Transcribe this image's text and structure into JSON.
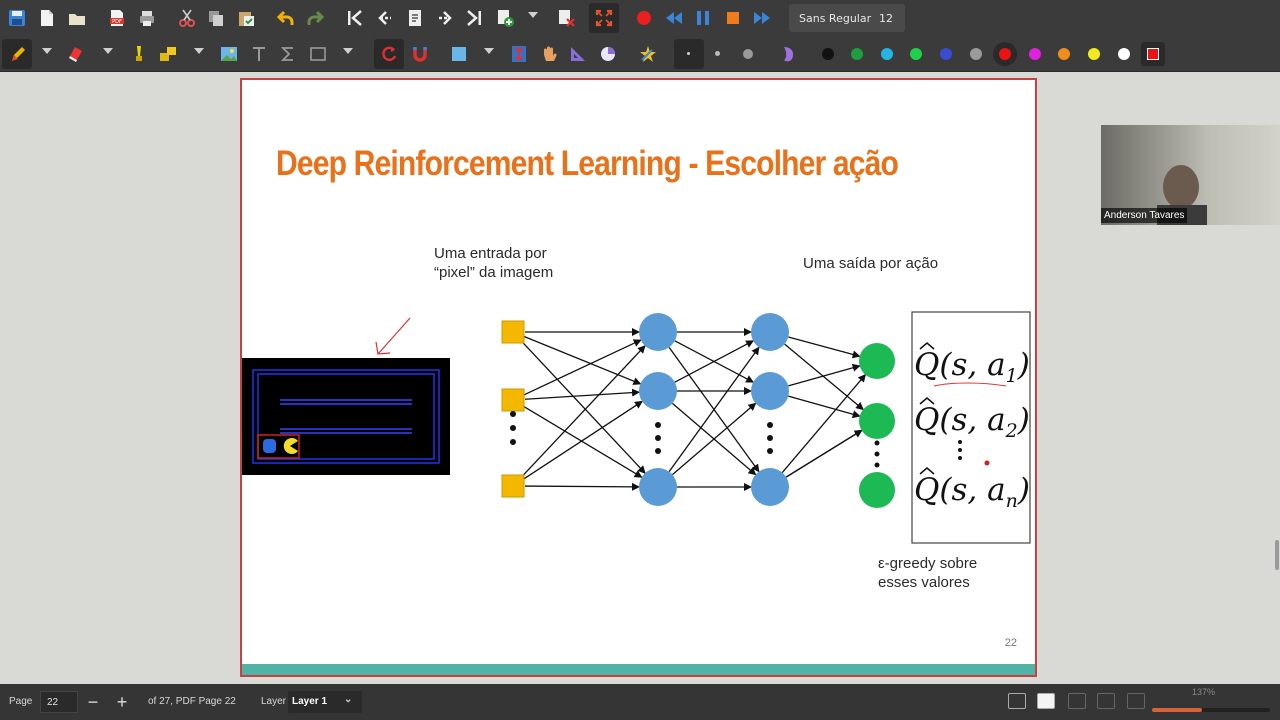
{
  "toolbar": {
    "font_name": "Sans Regular",
    "font_size": "12",
    "pdf_icon_text": "PDF",
    "pen_colors": [
      "#111111",
      "#1e9e3e",
      "#22b5e6",
      "#1fd14a",
      "#3a4ccf",
      "#9a9a9a",
      "#ee1111",
      "#e022e0",
      "#f08c1c",
      "#f2ea1a",
      "#ffffff",
      "#ee1111"
    ]
  },
  "slide": {
    "title": "Deep Reinforcement Learning - Escolher ação",
    "input_caption_line1": "Uma entrada por",
    "input_caption_line2": "“pixel” da imagem",
    "output_caption": "Uma saída por ação",
    "egreedy_line1": "ε-greedy sobre",
    "egreedy_line2": "esses valores",
    "page_number": "22",
    "q_outputs": [
      {
        "q": "Q",
        "open": "(s, a",
        "sub": "1",
        "close": ")"
      },
      {
        "q": "Q",
        "open": "(s, a",
        "sub": "2",
        "close": ")"
      },
      {
        "q": "Q",
        "open": "(s, a",
        "sub": "n",
        "close": ")"
      }
    ]
  },
  "video": {
    "participant_name": "Anderson Tavares"
  },
  "status": {
    "page_label": "Page",
    "page_value": "22",
    "page_of": "of 27, PDF Page 22",
    "layer_label": "Layer",
    "layer_value": "Layer 1",
    "zoom_text": "137%",
    "zoom_fraction": 0.42
  },
  "colors": {
    "title": "#e8711a",
    "input_node": "#f5b800",
    "hidden_node": "#5b9bd5",
    "output_node": "#1db954",
    "accent_bar": "#4fb3a5"
  }
}
